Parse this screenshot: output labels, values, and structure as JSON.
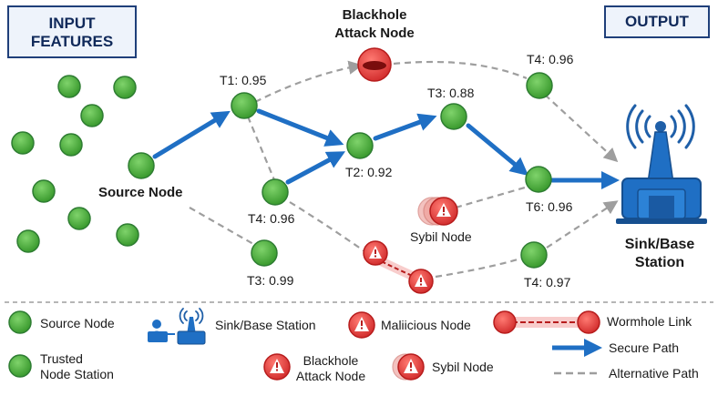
{
  "header": {
    "input_line1": "INPUT",
    "input_line2": "FEATURES",
    "output": "OUTPUT"
  },
  "diagram": {
    "blackhole_title_line1": "Blackhole",
    "blackhole_title_line2": "Attack Node",
    "source_label": "Source Node",
    "sink_line1": "Sink/Base",
    "sink_line2": "Station",
    "sybil_label": "Sybil Node",
    "trust": {
      "t1": "T1: 0.95",
      "t2": "T2: 0.92",
      "t3_top": "T3: 0.88",
      "t4_top": "T4: 0.96",
      "t4_mid": "T4: 0.96",
      "t3_low": "T3: 0.99",
      "t6": "T6: 0.96",
      "t4_low": "T4: 0.97"
    }
  },
  "legend": {
    "source_node": "Source Node",
    "trusted_line1": "Trusted",
    "trusted_line2": "Node Station",
    "sink_base": "Sink/Base Station",
    "malicious": "Maliicious Node",
    "blackhole_line1": "Blackhole",
    "blackhole_line2": "Attack Node",
    "sybil": "Sybil Node",
    "wormhole": "Wormhole Link",
    "secure_path": "Secure Path",
    "alternative_path": "Alternative Path"
  },
  "colors": {
    "trusted_node": "#4caf3e",
    "malicious_node": "#e53935",
    "secure_path": "#1f6fc4",
    "alternative_path": "#9e9e9e",
    "sink_station": "#1f6fc4",
    "header_border": "#1f3f7a"
  }
}
